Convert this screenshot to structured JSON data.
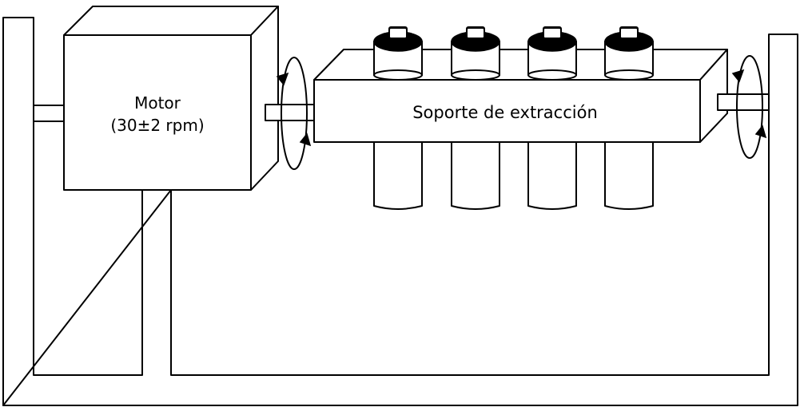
{
  "motor": {
    "label_line1": "Motor",
    "label_line2": "(30±2 rpm)"
  },
  "holder": {
    "label": "Soporte de extracción"
  },
  "tubes": {
    "count": 4
  },
  "rotation_indicators": 2,
  "colors": {
    "line": "#000000",
    "background": "#ffffff"
  }
}
